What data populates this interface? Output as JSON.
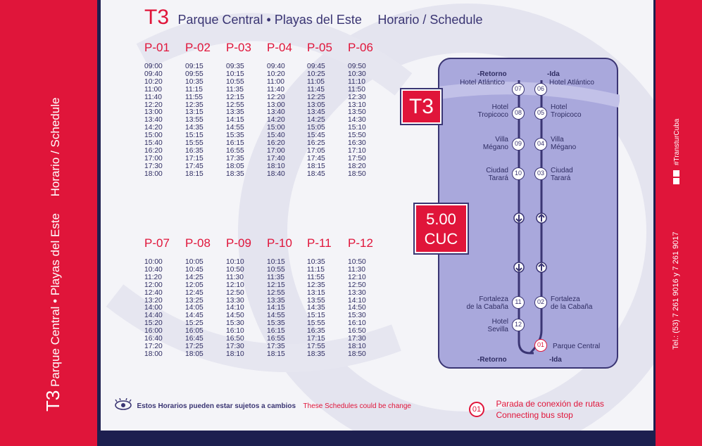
{
  "side": {
    "left_route": "T3",
    "left_title": "Parque Central • Playas del Este",
    "left_schedule": "Horario / Schedule",
    "social_handle": "#TransturCuba",
    "phone": "Tel.: (53) 7 261 9016 y 7 261 9017"
  },
  "header": {
    "route": "T3",
    "title": "Parque Central • Playas del Este",
    "schedule": "Horario / Schedule"
  },
  "schedule_top": [
    {
      "label": "P-01",
      "times": [
        "09:00",
        "09:40",
        "10:20",
        "11:00",
        "11:40",
        "12:20",
        "13:00",
        "13:40",
        "14:20",
        "15:00",
        "15:40",
        "16:20",
        "17:00",
        "17:30",
        "18:00"
      ]
    },
    {
      "label": "P-02",
      "times": [
        "09:15",
        "09:55",
        "10:35",
        "11:15",
        "11:55",
        "12:35",
        "13:15",
        "13:55",
        "14:35",
        "15:15",
        "15:55",
        "16:35",
        "17:15",
        "17:45",
        "18:15"
      ]
    },
    {
      "label": "P-03",
      "times": [
        "09:35",
        "10:15",
        "10:55",
        "11:35",
        "12:15",
        "12:55",
        "13:35",
        "14:15",
        "14:55",
        "15:35",
        "16:15",
        "16:55",
        "17:35",
        "18:05",
        "18:35"
      ]
    },
    {
      "label": "P-04",
      "times": [
        "09:40",
        "10:20",
        "11:00",
        "11:40",
        "12:20",
        "13:00",
        "13:40",
        "14:20",
        "15:00",
        "15:40",
        "16:20",
        "17:00",
        "17:40",
        "18:10",
        "18:40"
      ]
    },
    {
      "label": "P-05",
      "times": [
        "09:45",
        "10:25",
        "11:05",
        "11:45",
        "12:25",
        "13:05",
        "13:45",
        "14:25",
        "15:05",
        "15:45",
        "16:25",
        "17:05",
        "17:45",
        "18:15",
        "18:45"
      ]
    },
    {
      "label": "P-06",
      "times": [
        "09:50",
        "10:30",
        "11:10",
        "11:50",
        "12:30",
        "13:10",
        "13:50",
        "14:30",
        "15:10",
        "15:50",
        "16:30",
        "17:10",
        "17:50",
        "18:20",
        "18:50"
      ]
    }
  ],
  "schedule_bottom": [
    {
      "label": "P-07",
      "times": [
        "10:00",
        "10:40",
        "11:20",
        "12:00",
        "12:40",
        "13:20",
        "14:00",
        "14:40",
        "15:20",
        "16:00",
        "16:40",
        "17:20",
        "18:00"
      ]
    },
    {
      "label": "P-08",
      "times": [
        "10:05",
        "10:45",
        "14:25",
        "12:05",
        "12:45",
        "13:25",
        "14:05",
        "14:45",
        "15:25",
        "16:05",
        "16:45",
        "17:25",
        "18:05"
      ]
    },
    {
      "label": "P-09",
      "times": [
        "10:10",
        "10:50",
        "11:30",
        "12:10",
        "12:50",
        "13:30",
        "14:10",
        "14:50",
        "15:30",
        "16:10",
        "16:50",
        "17:30",
        "18:10"
      ]
    },
    {
      "label": "P-10",
      "times": [
        "10:15",
        "10:55",
        "11:35",
        "12:15",
        "12:55",
        "13:35",
        "14:15",
        "14:55",
        "15:35",
        "16:15",
        "16:55",
        "17:35",
        "18:15"
      ]
    },
    {
      "label": "P-11",
      "times": [
        "10:35",
        "11:15",
        "11:55",
        "12:35",
        "13:15",
        "13:55",
        "14:35",
        "15:15",
        "15:55",
        "16:35",
        "17:15",
        "17:55",
        "18:35"
      ]
    },
    {
      "label": "P-12",
      "times": [
        "10:50",
        "11:30",
        "12:10",
        "12:50",
        "13:30",
        "14:10",
        "14:50",
        "15:30",
        "16:10",
        "16:50",
        "17:30",
        "18:10",
        "18:50"
      ]
    }
  ],
  "map": {
    "badge": "T3",
    "price_amount": "5.00",
    "price_currency": "CUC",
    "retorno_top": "-Retorno",
    "ida_top": "-Ida",
    "retorno_bottom": "-Retorno",
    "ida_bottom": "-Ida",
    "stops_left": [
      {
        "num": "07",
        "line1": "Hotel Atlántico",
        "line2": ""
      },
      {
        "num": "08",
        "line1": "Hotel",
        "line2": "Tropicoco"
      },
      {
        "num": "09",
        "line1": "Villa",
        "line2": "Mégano"
      },
      {
        "num": "10",
        "line1": "Ciudad",
        "line2": "Tarará"
      },
      {
        "num": "11",
        "line1": "Fortaleza",
        "line2": "de la Cabaña"
      },
      {
        "num": "12",
        "line1": "Hotel",
        "line2": "Sevilla"
      }
    ],
    "stops_right": [
      {
        "num": "06",
        "line1": "Hotel Atlántico",
        "line2": ""
      },
      {
        "num": "05",
        "line1": "Hotel",
        "line2": "Tropicoco"
      },
      {
        "num": "04",
        "line1": "Villa",
        "line2": "Mégano"
      },
      {
        "num": "03",
        "line1": "Ciudad",
        "line2": "Tarará"
      },
      {
        "num": "02",
        "line1": "Fortaleza",
        "line2": "de la Cabaña"
      },
      {
        "num": "01",
        "line1": "Parque Central",
        "line2": ""
      }
    ]
  },
  "footer": {
    "notice_es": "Estos Horarios pueden estar sujetos a cambios",
    "notice_en": "These Schedules could be change",
    "legend_num": "01",
    "legend_es": "Parada de conexión de rutas",
    "legend_en": "Connecting bus stop"
  },
  "colors": {
    "red": "#e0153a",
    "navy": "#3a3573",
    "map_bg": "#a9a8dc"
  }
}
